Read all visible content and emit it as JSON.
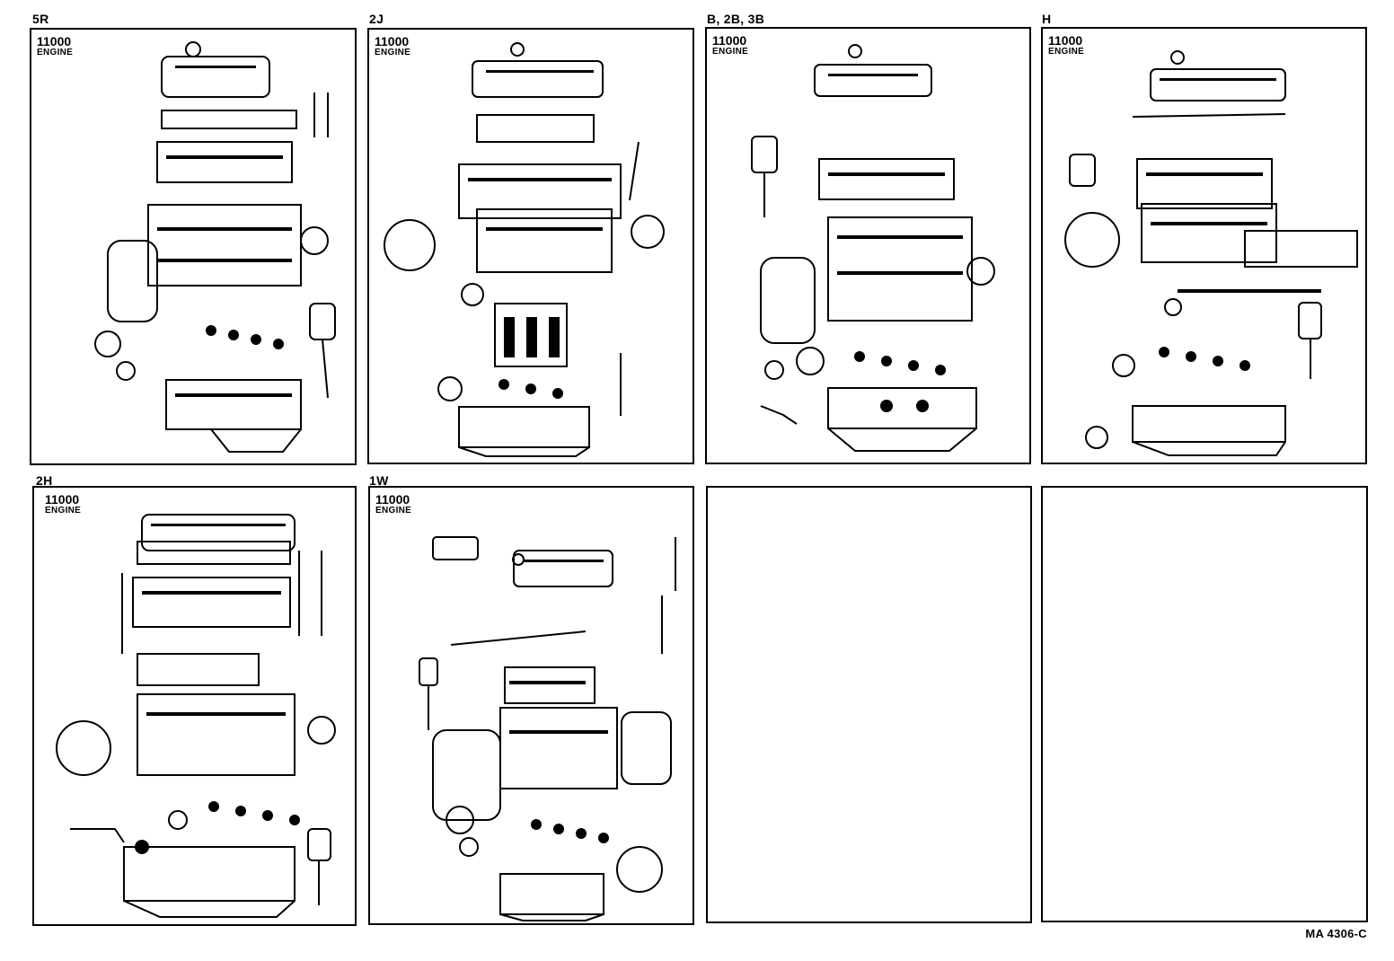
{
  "panels": [
    {
      "title": "5R",
      "code": "11000",
      "label": "ENGINE"
    },
    {
      "title": "2J",
      "code": "11000",
      "label": "ENGINE"
    },
    {
      "title": "B, 2B, 3B",
      "code": "11000",
      "label": "ENGINE"
    },
    {
      "title": "H",
      "code": "11000",
      "label": "ENGINE"
    },
    {
      "title": "2H",
      "code": "11000",
      "label": "ENGINE"
    },
    {
      "title": "1W",
      "code": "11000",
      "label": "ENGINE"
    },
    {
      "title": "",
      "code": "",
      "label": ""
    },
    {
      "title": "",
      "code": "",
      "label": ""
    }
  ],
  "footer": {
    "reference": "MA 4306-C"
  }
}
